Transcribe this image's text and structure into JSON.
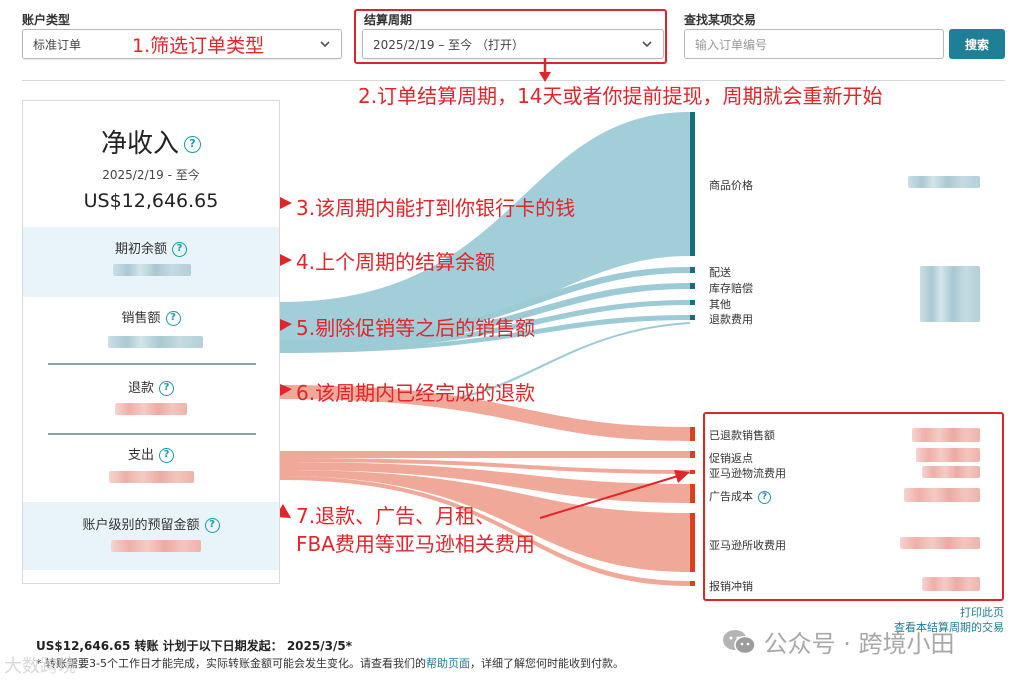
{
  "filters": {
    "account_type": {
      "label": "账户类型",
      "value": "标准订单"
    },
    "settlement_period": {
      "label": "结算周期",
      "value": "2025/2/19 – 至今 （打开）"
    },
    "find_transaction": {
      "label": "查找某项交易",
      "placeholder": "输入订单编号",
      "button": "搜索"
    }
  },
  "summary": {
    "title": "净收入",
    "date_range": "2025/2/19 - 至今",
    "amount": "US$12,646.65",
    "rows": [
      {
        "label": "期初余额",
        "value": "(blurred)"
      },
      {
        "label": "销售额",
        "value": "(blurred)"
      },
      {
        "label": "退款",
        "value": "(blurred)"
      },
      {
        "label": "支出",
        "value": "(blurred)"
      },
      {
        "label": "账户级别的预留金额",
        "value": "(blurred)"
      }
    ]
  },
  "chart_data": {
    "type": "sankey",
    "title": "净收入",
    "income_sources": [
      "商品价格",
      "配送",
      "库存赔偿",
      "其他",
      "退款费用"
    ],
    "expense_targets": [
      "已退款销售额",
      "促销返点",
      "亚马逊物流费用",
      "广告成本",
      "亚马逊所收费用",
      "报销冲销"
    ],
    "left_nodes": [
      "销售额",
      "退款",
      "支出"
    ],
    "colors": {
      "income": "#9ccbd6",
      "income_node": "#14707e",
      "expense": "#f0a999",
      "expense_node": "#d9401f"
    },
    "values": "blurred"
  },
  "right_labels": {
    "income": [
      "商品价格",
      "配送",
      "库存赔偿",
      "其他",
      "退款费用"
    ],
    "expense": [
      "已退款销售额",
      "促销返点",
      "亚马逊物流费用",
      "广告成本",
      "亚马逊所收费用",
      "报销冲销"
    ]
  },
  "links": {
    "print": "打印此页",
    "view_transactions": "查看本结算周期的交易"
  },
  "footer": {
    "transfer": "US$12,646.65 转账 计划于以下日期发起： 2025/3/5*",
    "note_prefix": "* 转账需要3-5个工作日才能完成，实际转账金额可能会发生变化。请查看我们的",
    "help_link": "帮助页面",
    "note_suffix": "，详细了解您何时能收到付款。"
  },
  "annotations": {
    "a1": "1.筛选订单类型",
    "a2": "2.订单结算周期，14天或者你提前提现，周期就会重新开始",
    "a3": "3.该周期内能打到你银行卡的钱",
    "a4": "4.上个周期的结算余额",
    "a5": "5.剔除促销等之后的销售额",
    "a6": "6.该周期内已经完成的退款",
    "a7_line1": "7.退款、广告、月租、",
    "a7_line2": "FBA费用等亚马逊相关费用"
  },
  "watermark": {
    "text": "公众号 · 跨境小田",
    "small": "大数跨境"
  },
  "colors": {
    "accent": "#1f7f96",
    "annotation": "#e0252b",
    "help_icon": "#1b9aa8"
  }
}
